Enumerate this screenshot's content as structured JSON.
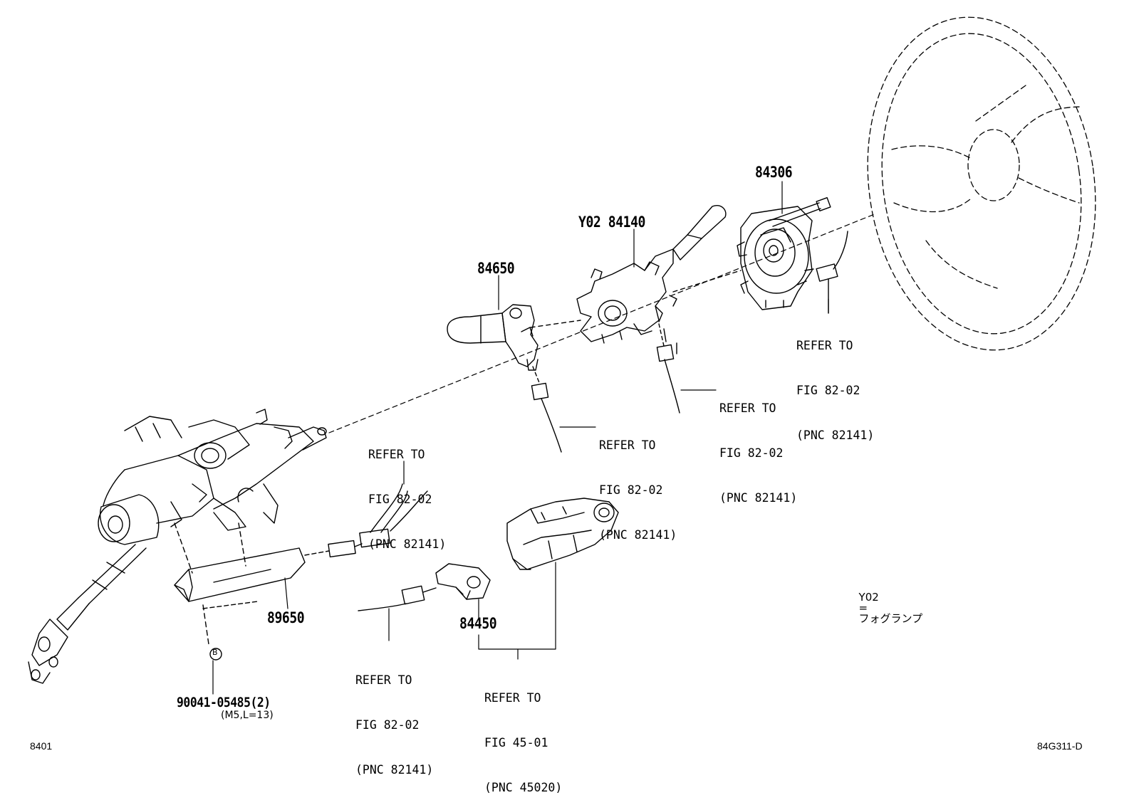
{
  "parts": {
    "p84306": "84306",
    "p84140": "Y02 84140",
    "p84650": "84650",
    "p89650": "89650",
    "p84450": "84450",
    "p90041": "90041-05485(2)",
    "p90041_spec": "(M5,L=13)",
    "callout_b": "B"
  },
  "references": {
    "ref_spiral": {
      "line1": "REFER TO",
      "line2": "FIG 82-02",
      "line3": "(PNC 82141)"
    },
    "ref_combo_switch": {
      "line1": "REFER TO",
      "line2": "FIG 82-02",
      "line3": "(PNC 82141)"
    },
    "ref_wiper_switch": {
      "line1": "REFER TO",
      "line2": "FIG 82-02",
      "line3": "(PNC 82141)"
    },
    "ref_ecu_connector": {
      "line1": "REFER TO",
      "line2": "FIG 82-02",
      "line3": "(PNC 82141)"
    },
    "ref_ignition_connector": {
      "line1": "REFER TO",
      "line2": "FIG 82-02",
      "line3": "(PNC 82141)"
    },
    "ref_lock_cylinder": {
      "line1": "REFER TO",
      "line2": "FIG 45-01",
      "line3": "(PNC 45020)"
    }
  },
  "legend": {
    "code": "Y02",
    "eq": "=",
    "meaning": "フォグランプ"
  },
  "footer": {
    "left": "8401",
    "right": "84G311-D"
  },
  "colors": {
    "ink": "#000000",
    "paper": "#ffffff"
  }
}
